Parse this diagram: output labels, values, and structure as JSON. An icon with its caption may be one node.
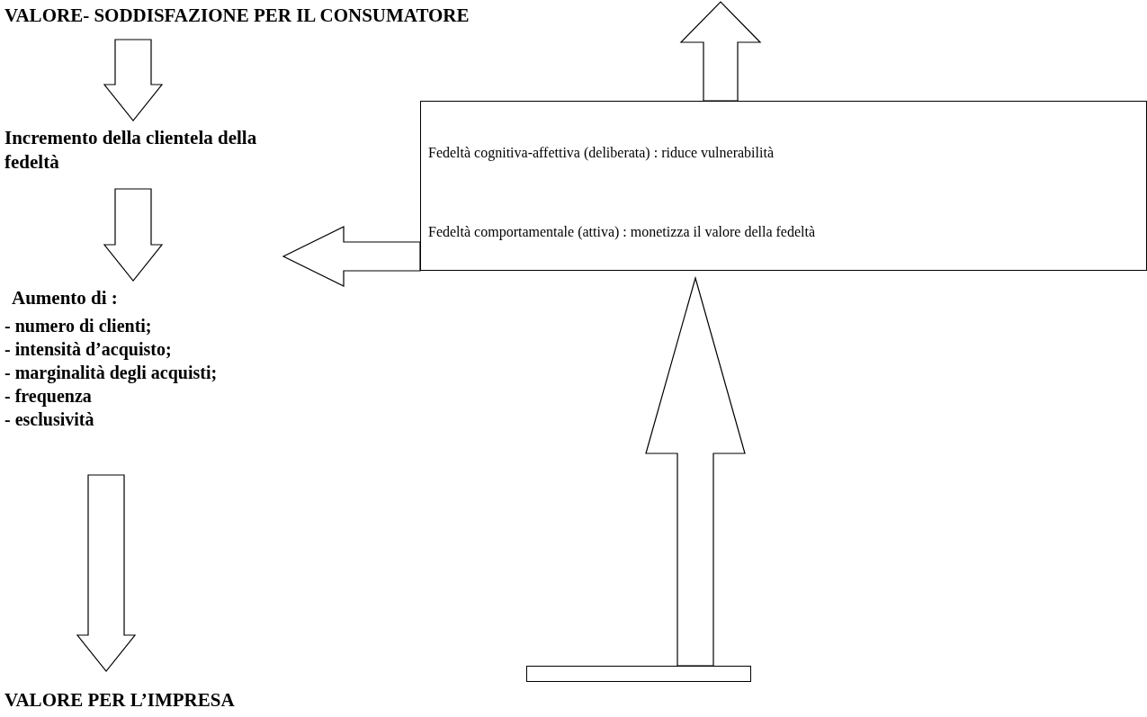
{
  "diagram": {
    "nodes": [
      {
        "text": [
          "VALORE- SODDISFAZIONE PER IL CONSUMATORE"
        ]
      },
      {
        "text": [
          "Incremento della clientela della fedeltà"
        ]
      },
      {
        "text": [
          "Aumento di :",
          "- numero di clienti;",
          "- intensità d’acquisto;",
          "- marginalità degli acquisti;",
          "- frequenza",
          "- esclusività"
        ]
      },
      {
        "text": [
          "VALORE PER L’IMPRESA"
        ]
      },
      {
        "text": [
          "Fedeltà cognitiva-affettiva (deliberata) : riduce vulnerabilità",
          "Fedeltà comportamentale (attiva) : monetizza il valore della fedeltà"
        ]
      },
      {
        "text": [],
        "shape": "bar"
      }
    ],
    "edges": [
      {
        "from": 0,
        "to": 1,
        "arrow": "to"
      },
      {
        "from": 1,
        "to": 2,
        "arrow": "to"
      },
      {
        "from": 2,
        "to": 3,
        "arrow": "to"
      },
      {
        "from": 4,
        "to": 1,
        "arrow": "to"
      },
      {
        "from": 4,
        "to": null,
        "arrow": "to"
      },
      {
        "from": 5,
        "to": 4,
        "arrow": "to"
      }
    ]
  }
}
